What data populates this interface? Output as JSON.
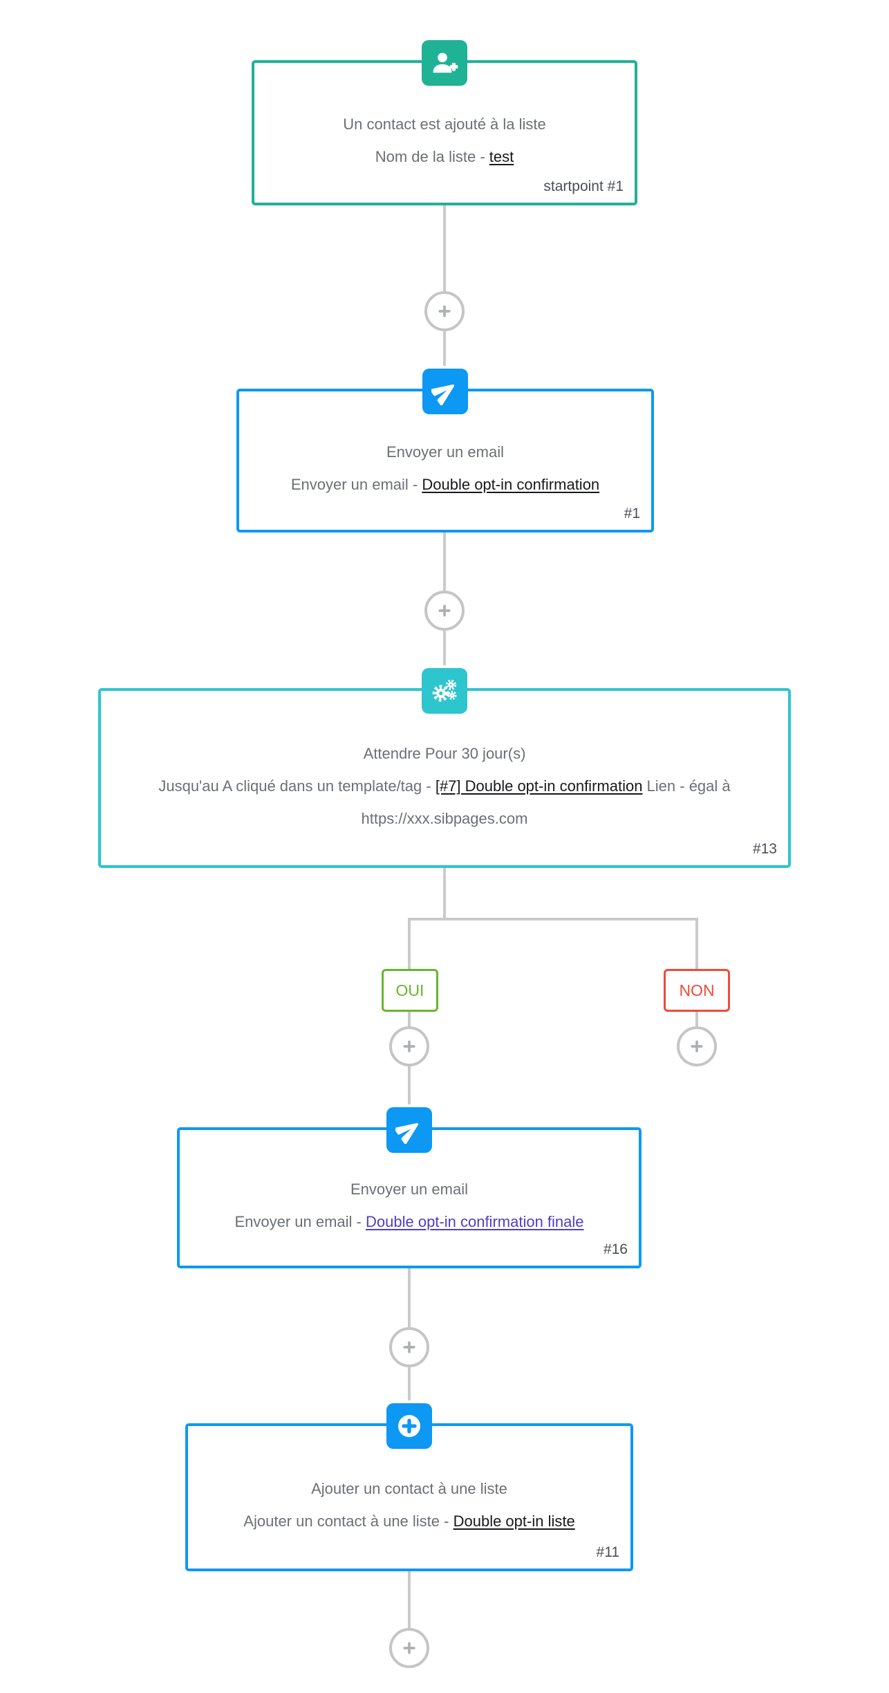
{
  "colors": {
    "trigger_green": "#20b295",
    "email_blue": "#0d98f4",
    "wait_cyan": "#2dc5ce",
    "branch_yes_green": "#6ab42f",
    "branch_no_red": "#f04a38",
    "line_gray": "#c9cacb",
    "circle_gray": "#c4c5c7",
    "plus_gray": "#adb0b3",
    "text_muted": "#6b6f75",
    "text_dark": "#17181a",
    "link_purple": "#4d3fc6",
    "badge_gray": "#4a4e54"
  },
  "icons": {
    "trigger": "user-plus-icon",
    "send_email": "paper-plane-icon",
    "wait": "gears-icon",
    "add_to_list": "plus-circle-icon",
    "add_step": "plus-icon"
  },
  "nodes": {
    "startpoint": {
      "title": "Un contact est ajouté à la liste",
      "subtitle_prefix": "Nom de la liste - ",
      "link": "test",
      "badge": "startpoint #1"
    },
    "email1": {
      "title": "Envoyer un email",
      "subtitle_prefix": "Envoyer un email - ",
      "link": "Double opt-in confirmation",
      "badge": "#1"
    },
    "wait": {
      "title": "Attendre Pour 30 jour(s)",
      "subtitle_prefix": "Jusqu'au A cliqué dans un template/tag - ",
      "link": "[#7] Double opt-in confirmation",
      "subtitle_suffix": " Lien - égal à https://xxx.sibpages.com",
      "badge": "#13"
    },
    "email2": {
      "title": "Envoyer un email",
      "subtitle_prefix": "Envoyer un email - ",
      "link": "Double opt-in confirmation finale",
      "badge": "#16"
    },
    "add_to_list": {
      "title": "Ajouter un contact à une liste",
      "subtitle_prefix": "Ajouter un contact à une liste - ",
      "link": "Double opt-in liste",
      "badge": "#11"
    }
  },
  "branch": {
    "yes_label": "OUI",
    "no_label": "NON"
  }
}
